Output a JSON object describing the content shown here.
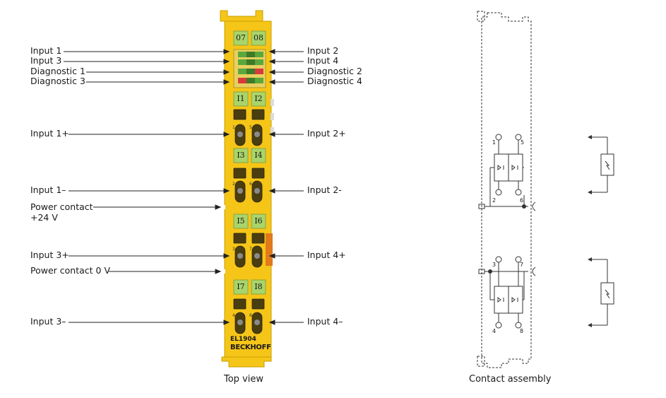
{
  "top_view": {
    "caption": "Top view",
    "labels_left": {
      "input1": "Input 1",
      "input3": "Input 3",
      "diag1": "Diagnostic 1",
      "diag3": "Diagnostic 3",
      "input1_plus": "Input 1+",
      "input1_minus": "Input 1–",
      "power_24v": "Power contact\n+24 V",
      "input3_plus": "Input 3+",
      "power_0v": "Power contact 0 V",
      "input3_minus": "Input 3–"
    },
    "labels_right": {
      "input2": "Input 2",
      "input4": "Input 4",
      "diag2": "Diagnostic 2",
      "diag4": "Diagnostic 4",
      "input2_plus": "Input 2+",
      "input2_minus": "Input 2-",
      "input4_plus": "Input 4+",
      "input4_minus": "Input 4–"
    },
    "terminal": {
      "led_labels": [
        "07",
        "08"
      ],
      "channel_labels": [
        "I1",
        "I2",
        "I3",
        "I4",
        "I5",
        "I6",
        "I7",
        "I8"
      ],
      "model": "EL1904",
      "brand": "BECKHOFF",
      "body_color": "#f5c518",
      "led_green": "#5aa83c",
      "led_red": "#d83a3a",
      "label_green": "#a9d46a"
    }
  },
  "contact_assembly": {
    "caption": "Contact assembly",
    "terminals": [
      "1",
      "5",
      "2",
      "6",
      "3",
      "7",
      "4",
      "8"
    ]
  }
}
